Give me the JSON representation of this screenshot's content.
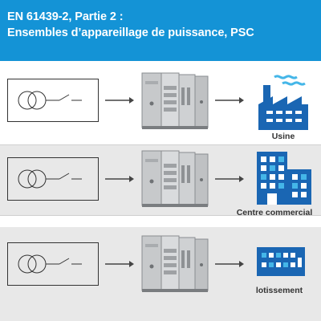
{
  "header": {
    "line1": "EN 61439-2, Partie 2 :",
    "line2": "Ensembles d’appareillage de puissance, PSC"
  },
  "rows": [
    {
      "destination_label": "Usine",
      "destination_icon": "factory-icon"
    },
    {
      "destination_label": "Centre commercial",
      "destination_icon": "shopping-center-icon"
    },
    {
      "destination_label": "lotissement",
      "destination_icon": "housing-estate-icon"
    }
  ],
  "colors": {
    "header_bg": "#1493d6",
    "icon_blue": "#1a66b3",
    "light_blue": "#44b6e8",
    "band_grey": "#e8e8e8"
  }
}
